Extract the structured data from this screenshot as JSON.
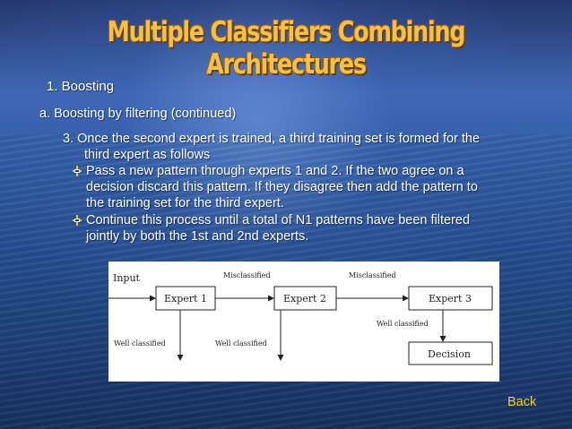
{
  "slide": {
    "title": "Multiple Classifiers Combining Architectures",
    "heading1": "1. Boosting",
    "heading2": "a. Boosting by filtering (continued)",
    "point3": {
      "line1": "3. Once the second expert is trained, a third training set is formed for the",
      "line2": "third expert as follows"
    },
    "bullets": [
      {
        "icon": "bullet-icon",
        "lines": [
          "Pass a new pattern through experts 1 and 2. If the two agree on a",
          "decision discard this pattern. If they disagree then add the pattern to",
          "the training set for the third expert."
        ]
      },
      {
        "icon": "bullet-icon",
        "lines": [
          "Continue this process until a total of N1 patterns have been filtered",
          "jointly by both the 1st and 2nd experts."
        ]
      }
    ],
    "diagram": {
      "input": "Input",
      "expert1": "Expert 1",
      "expert2": "Expert 2",
      "expert3": "Expert 3",
      "decision": "Decision",
      "misclassified1": "Misclassified",
      "misclassified2": "Misclassified",
      "well_classified1": "Well classified",
      "well_classified2": "Well classified",
      "well_classified3": "Well classified"
    },
    "back_label": "Back",
    "colors": {
      "title": "#f2c14a",
      "back_link": "#f5c94a",
      "text": "#ffffff"
    }
  }
}
